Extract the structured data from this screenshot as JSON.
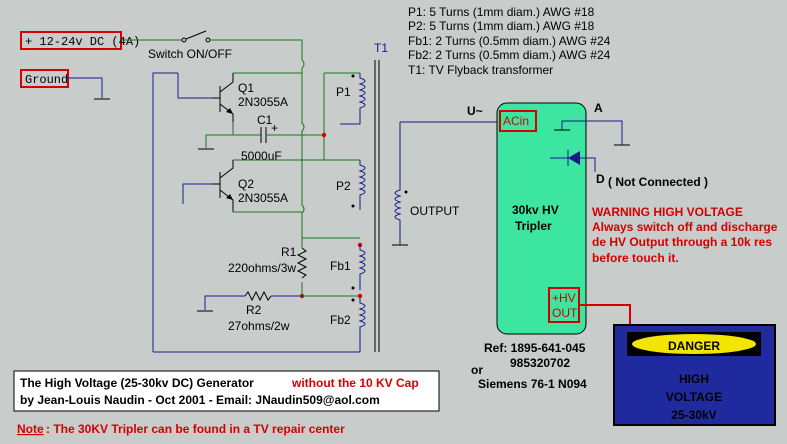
{
  "inputs": {
    "dc_label": "+ 12-24v DC (4A)",
    "ground_label": "Ground"
  },
  "switch_label": "Switch ON/OFF",
  "spec_lines": [
    "P1: 5 Turns (1mm diam.) AWG #18",
    "P2: 5 Turns (1mm diam.) AWG #18",
    "Fb1: 2 Turns (0.5mm diam.) AWG #24",
    "Fb2: 2 Turns (0.5mm diam.) AWG #24",
    "T1: TV Flyback transformer"
  ],
  "components": {
    "t1": "T1",
    "q1": "Q1",
    "q1_part": "2N3055A",
    "c1": "C1",
    "c1_value": "5000uF",
    "c1_plus": "+",
    "q2": "Q2",
    "q2_part": "2N3055A",
    "r1": "R1",
    "r1_value": "220ohms/3w",
    "r2": "R2",
    "r2_value": "27ohms/2w",
    "p1": "P1",
    "p2": "P2",
    "fb1": "Fb1",
    "fb2": "Fb2",
    "output": "OUTPUT",
    "u_label": "U~",
    "a_label": "A",
    "d_label": "D",
    "d_note": "( Not Connected )"
  },
  "tripler": {
    "acin": "ACin",
    "title_line1": "30kv HV",
    "title_line2": "Tripler",
    "hv_line1": "+HV",
    "hv_line2": "OUT"
  },
  "warning": {
    "line1": "WARNING HIGH VOLTAGE",
    "line2": "Always switch off and discharge",
    "line3": "de HV Output through a 10k res",
    "line4": "before touch it."
  },
  "ref": {
    "line1": "Ref: 1895-641-045",
    "line2": "985320702",
    "line3": "or",
    "line4": "Siemens 76-1 N094"
  },
  "danger": {
    "badge": "DANGER",
    "line1": "HIGH",
    "line2": "VOLTAGE",
    "line3": "25-30kV"
  },
  "credits": {
    "title": "The High Voltage (25-30kv DC) Generator",
    "title_note": "without the 10 KV Cap",
    "byline": "by Jean-Louis Naudin -   Oct 2001  - Email: JNaudin509@aol.com"
  },
  "note": {
    "prefix": "Note",
    "text": ": The 30KV Tripler  can be found in a TV repair center"
  }
}
